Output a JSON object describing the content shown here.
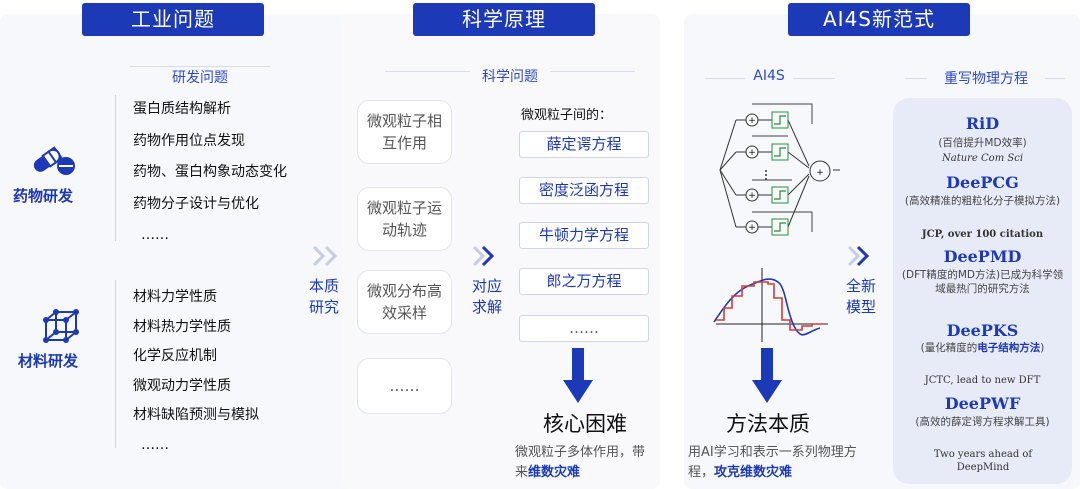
{
  "headers": {
    "industry": "工业问题",
    "science": "科学原理",
    "ai4s": "AI4S新范式"
  },
  "left": {
    "subhead": "研发问题",
    "drug_label": "药物研发",
    "drug_items": [
      "蛋白质结构解析",
      "药物作用位点发现",
      "药物、蛋白构象动态变化",
      "药物分子设计与优化",
      "……"
    ],
    "material_label": "材料研发",
    "material_items": [
      "材料力学性质",
      "材料热力学性质",
      "化学反应机制",
      "微观动力学性质",
      "材料缺陷预测与模拟",
      "……"
    ]
  },
  "middle": {
    "subhead": "科学问题",
    "boxes": [
      "微观粒子相互作用",
      "微观粒子运动轨迹",
      "微观分布高效采样",
      "……"
    ],
    "between_label": "微观粒子间的：",
    "equations": [
      "薛定谔方程",
      "密度泛函方程",
      "牛顿力学方程",
      "郎之万方程",
      "……"
    ],
    "arrow1_label": "本质研究",
    "arrow2_label": "对应求解",
    "core_title": "核心困难",
    "core_note_a": "微观粒子多体作用，带来",
    "core_note_b": "维数灾难"
  },
  "right": {
    "ai4s_subhead": "AI4S",
    "rewrite_subhead": "重写物理方程",
    "method_title": "方法本质",
    "method_note_a": "用AI学习和表示一系列物理方程，",
    "method_note_b": "攻克维数灾难",
    "arrow_label": "全新模型",
    "models": [
      {
        "name": "RiD",
        "desc": "(百倍提升MD效率)",
        "ref": "Nature Com Sci"
      },
      {
        "name": "DeePCG",
        "desc": "(高效精准的粗粒化分子模拟方法)",
        "ref": "JCP, over 100 citation"
      },
      {
        "name": "DeePMD",
        "desc": "(DFT精度的MD方法)已成为科学领域最热门的研究方法",
        "ref": ""
      },
      {
        "name": "DeePKS",
        "desc_a": "(量化精度的",
        "desc_b": "电子结构方法",
        "desc_c": ")",
        "ref": "JCTC, lead to new DFT"
      },
      {
        "name": "DeePWF",
        "desc": "(高效的薛定谔方程求解工具)",
        "ref": "Two years ahead of DeepMind"
      }
    ]
  },
  "colors": {
    "brand": "#1c39b8",
    "accent": "#2d4ad0",
    "highlight_box": "#e7ebf8",
    "curve_red": "#d93a3a"
  },
  "icons": [
    "pill-icon",
    "molecule-cube-icon",
    "double-chevron-icon",
    "down-arrow-icon",
    "neural-network-icon",
    "fit-curve-icon"
  ]
}
